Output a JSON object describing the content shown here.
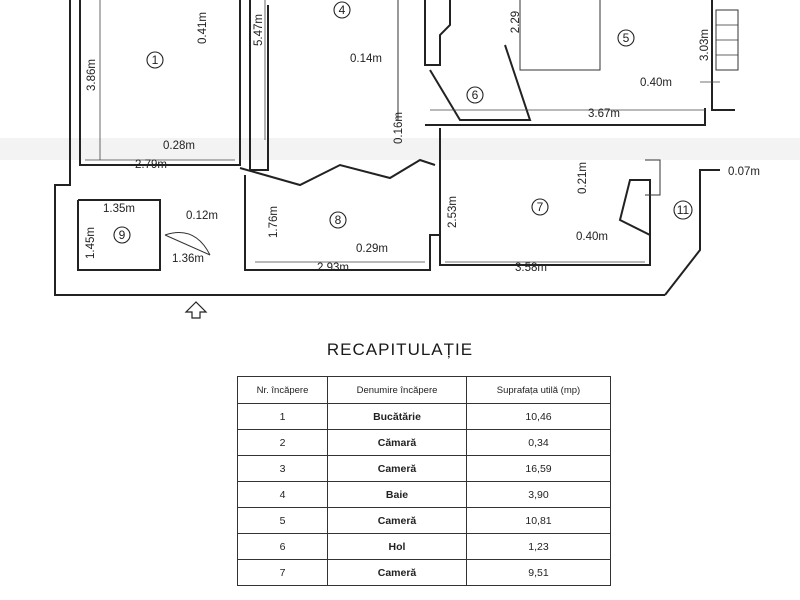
{
  "plan": {
    "rooms": [
      "1",
      "4",
      "5",
      "6",
      "7",
      "8",
      "9",
      "11"
    ],
    "dimensions": {
      "d_3_86": "3.86m",
      "d_0_41": "0.41m",
      "d_5_47": "5.47m",
      "d_0_14": "0.14m",
      "d_2_29": "2.29",
      "d_3_03": "3.03m",
      "d_0_40a": "0.40m",
      "d_3_67": "3.67m",
      "d_0_28": "0.28m",
      "d_2_79": "2.79m",
      "d_0_16": "0.16m",
      "d_0_21": "0.21m",
      "d_0_07": "0.07m",
      "d_1_35": "1.35m",
      "d_0_12": "0.12m",
      "d_1_45": "1.45m",
      "d_1_76": "1.76m",
      "d_2_53": "2.53m",
      "d_0_40b": "0.40m",
      "d_0_29": "0.29m",
      "d_1_36": "1.36m",
      "d_2_93": "2.93m",
      "d_3_58": "3.58m"
    }
  },
  "recap": {
    "title": "RECAPITULAȚIE",
    "headers": [
      "Nr. încăpere",
      "Denumire încăpere",
      "Suprafața utilă (mp)"
    ],
    "rows": [
      [
        "1",
        "Bucătărie",
        "10,46"
      ],
      [
        "2",
        "Cămară",
        "0,34"
      ],
      [
        "3",
        "Cameră",
        "16,59"
      ],
      [
        "4",
        "Baie",
        "3,90"
      ],
      [
        "5",
        "Cameră",
        "10,81"
      ],
      [
        "6",
        "Hol",
        "1,23"
      ],
      [
        "7",
        "Cameră",
        "9,51"
      ]
    ]
  }
}
